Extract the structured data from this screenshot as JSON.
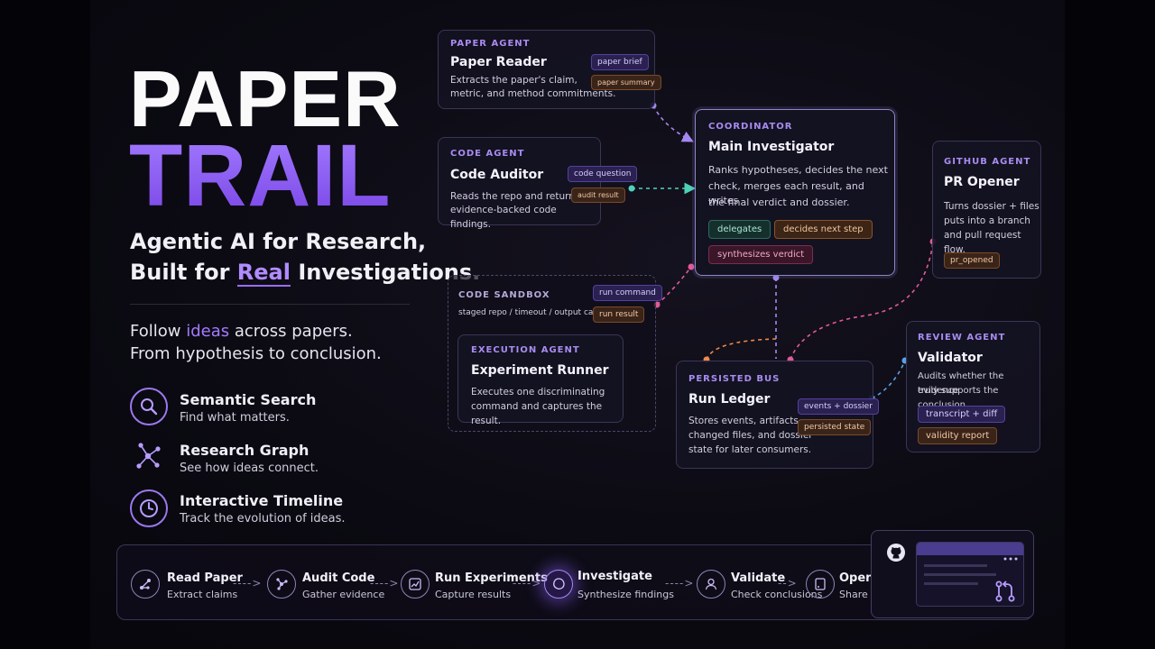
{
  "hero": {
    "title_line1": "PAPER",
    "title_line2": "TRAIL",
    "tagline_line1": "Agentic AI for Research,",
    "tagline_line2_pre": "Built for ",
    "tagline_line2_hl": "Real",
    "tagline_line2_post": " Investigations.",
    "follow_pre": "Follow ",
    "follow_hl": "ideas",
    "follow_post": " across papers.",
    "follow_line2": "From hypothesis to conclusion."
  },
  "features": [
    {
      "icon": "search-icon",
      "title": "Semantic Search",
      "sub": "Find what matters."
    },
    {
      "icon": "graph-icon",
      "title": "Research Graph",
      "sub": "See how ideas connect."
    },
    {
      "icon": "clock-icon",
      "title": "Interactive Timeline",
      "sub": "Track the evolution of ideas."
    }
  ],
  "cards": {
    "paper_agent": {
      "kicker": "PAPER AGENT",
      "title": "Paper Reader",
      "desc1": "Extracts the paper's claim,",
      "desc2": "metric, and method commitments.",
      "chip1": "paper brief",
      "chip2": "paper summary"
    },
    "code_agent": {
      "kicker": "CODE AGENT",
      "title": "Code Auditor",
      "desc1": "Reads the repo and returns",
      "desc2": "evidence-backed code findings.",
      "chip1": "code question",
      "chip2": "audit result"
    },
    "coordinator": {
      "kicker": "COORDINATOR",
      "title": "Main Investigator",
      "desc1": "Ranks hypotheses, decides the next",
      "desc2": "check, merges each result, and writes",
      "desc3": "the final verdict and dossier.",
      "chip1": "delegates",
      "chip2": "decides next step",
      "chip3": "synthesizes verdict"
    },
    "github_agent": {
      "kicker": "GITHUB AGENT",
      "title": "PR Opener",
      "desc1": "Turns dossier + files",
      "desc2": "puts into a branch",
      "desc3": "and pull request flow.",
      "chip1": "pr_opened"
    },
    "sandbox": {
      "kicker": "CODE SANDBOX",
      "desc1": "staged repo / timeout / output caps",
      "chip1": "run command",
      "chip2": "run result"
    },
    "execution_agent": {
      "kicker": "EXECUTION AGENT",
      "title": "Experiment Runner",
      "desc1": "Executes one discriminating",
      "desc2": "command and captures the result."
    },
    "bus": {
      "kicker": "PERSISTED BUS",
      "title": "Run Ledger",
      "desc1": "Stores events, artifacts,",
      "desc2": "changed files, and dossier",
      "desc3": "state for later consumers.",
      "chip1": "events + dossier",
      "chip2": "persisted state"
    },
    "review_agent": {
      "kicker": "REVIEW AGENT",
      "title": "Validator",
      "desc1": "Audits whether the evidence",
      "desc2": "truly supports the conclusion.",
      "chip1": "transcript + diff",
      "chip2": "validity report"
    }
  },
  "pipeline": [
    {
      "icon": "read-icon",
      "title": "Read Paper",
      "sub": "Extract claims"
    },
    {
      "icon": "audit-icon",
      "title": "Audit Code",
      "sub": "Gather evidence"
    },
    {
      "icon": "experiment-icon",
      "title": "Run Experiments",
      "sub": "Capture results"
    },
    {
      "icon": "investigate-icon",
      "title": "Investigate",
      "sub": "Synthesize findings"
    },
    {
      "icon": "validate-icon",
      "title": "Validate",
      "sub": "Check conclusions"
    },
    {
      "icon": "pr-icon",
      "title": "Open PR",
      "sub": "Share results"
    }
  ],
  "colors": {
    "accent": "#8a5cf0",
    "teal": "#4fd1b8",
    "orange": "#f08a4a",
    "pink": "#e05a9a",
    "blue": "#5aa0e8"
  }
}
